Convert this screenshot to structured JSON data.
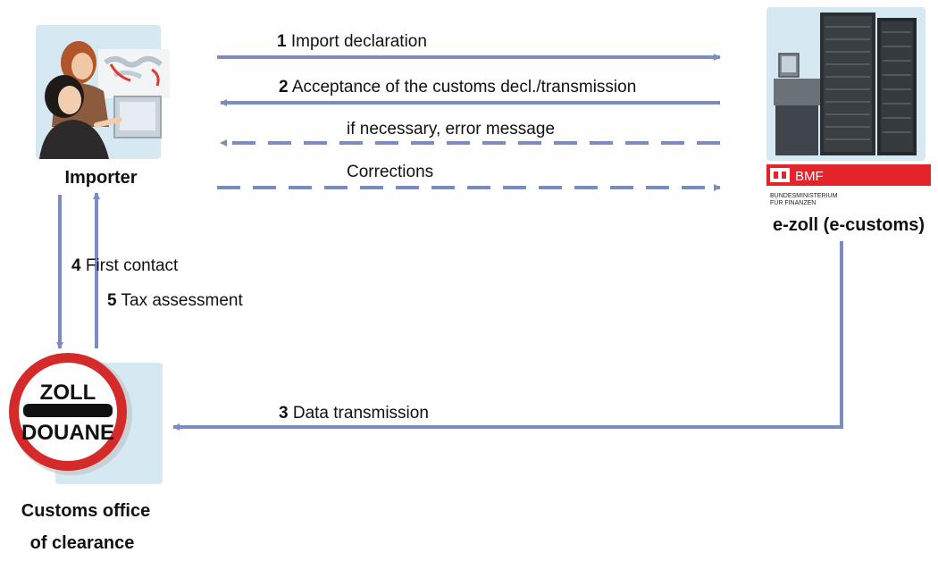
{
  "colors": {
    "arrow": "#7b8cc4",
    "bmf_red": "#e3242b",
    "sign_red": "#d42a2a",
    "panel": "#d6e8f2"
  },
  "nodes": {
    "importer": {
      "label": "Importer",
      "icon": "importer-people-icon"
    },
    "ezoll": {
      "label": "e-zoll (e-customs)",
      "icon": "server-rack-icon",
      "logo_text": "BMF",
      "logo_sub_line1": "BUNDESMINISTERIUM",
      "logo_sub_line2": "FÜR FINANZEN"
    },
    "customs": {
      "label_line1": "Customs office",
      "label_line2": "of clearance",
      "icon": "customs-sign-icon",
      "sign_top": "ZOLL",
      "sign_bottom": "DOUANE"
    }
  },
  "flows": [
    {
      "num": "1",
      "text": "Import declaration"
    },
    {
      "num": "2",
      "text": "Acceptance of the customs decl./transmission"
    },
    {
      "num": "",
      "text": "if necessary, error message"
    },
    {
      "num": "",
      "text": "Corrections"
    },
    {
      "num": "4",
      "text": "First contact"
    },
    {
      "num": "5",
      "text": "Tax assessment"
    },
    {
      "num": "3",
      "text": "Data transmission"
    }
  ]
}
